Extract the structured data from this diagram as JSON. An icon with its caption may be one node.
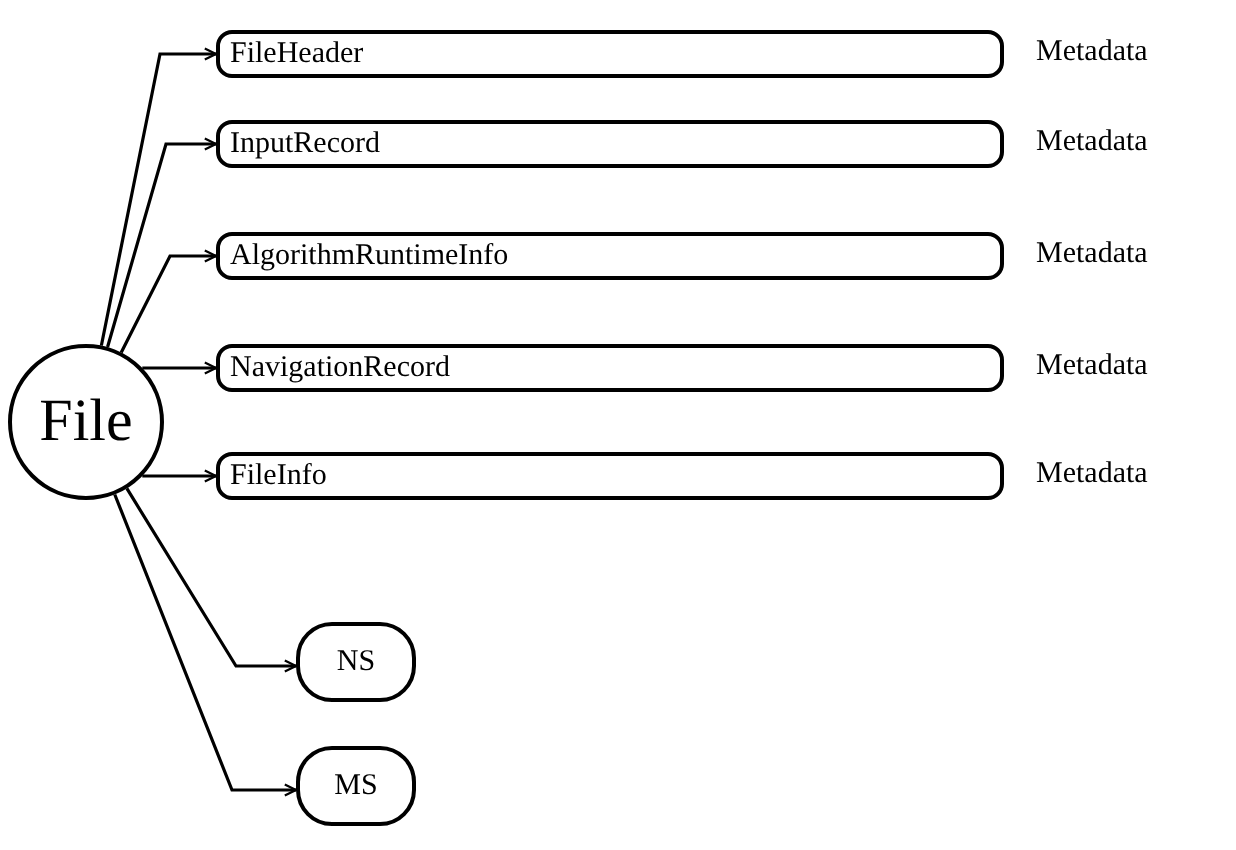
{
  "diagram": {
    "nodes": [
      {
        "text": [
          "File"
        ]
      },
      {
        "text": [
          "FileHeader"
        ],
        "beside": [
          "Metadata"
        ]
      },
      {
        "text": [
          "InputRecord"
        ],
        "beside": [
          "Metadata"
        ]
      },
      {
        "text": [
          "AlgorithmRuntimeInfo"
        ],
        "beside": [
          "Metadata"
        ]
      },
      {
        "text": [
          "NavigationRecord"
        ],
        "beside": [
          "Metadata"
        ]
      },
      {
        "text": [
          "FileInfo"
        ],
        "beside": [
          "Metadata"
        ]
      },
      {
        "text": [
          "NS"
        ]
      },
      {
        "text": [
          "MS"
        ]
      }
    ],
    "edges": [
      {
        "from": 0,
        "to": 1,
        "arrow": "to"
      },
      {
        "from": 0,
        "to": 2,
        "arrow": "to"
      },
      {
        "from": 0,
        "to": 3,
        "arrow": "to"
      },
      {
        "from": 0,
        "to": 4,
        "arrow": "to"
      },
      {
        "from": 0,
        "to": 5,
        "arrow": "to"
      },
      {
        "from": 0,
        "to": 6,
        "arrow": "to"
      },
      {
        "from": 0,
        "to": 7,
        "arrow": "to"
      }
    ]
  }
}
